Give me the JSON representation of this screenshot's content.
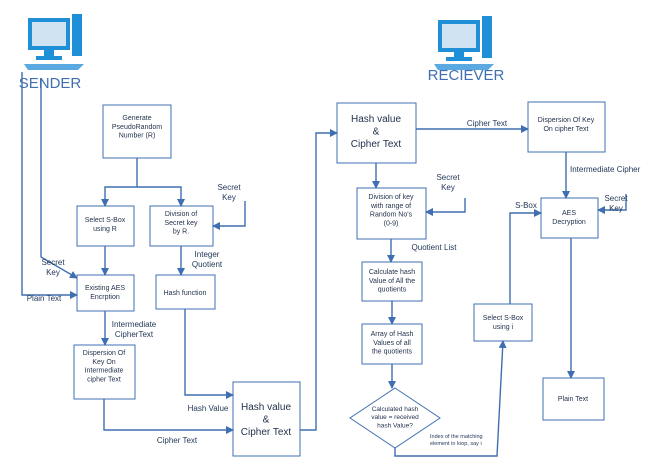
{
  "titles": {
    "sender": "SENDER",
    "receiver": "RECIEVER"
  },
  "colors": {
    "line": "#3f6fb0",
    "heading": "#3f6fb0",
    "monitor": "#1f8fd8"
  },
  "icons": {
    "sender": "computer-monitor-icon",
    "receiver": "computer-monitor-icon"
  },
  "nodes": {
    "generate_prn": "Generate\nPseudoRandom\nNumber  (R)",
    "select_sbox_r": "Select S-Box\nusing R",
    "division_secret_key": "Division of\nSecret key\nby R.",
    "hash_function": "Hash function",
    "existing_aes": "Existing AES\nEncrption",
    "dispersion_sender": "Dispersion Of\nKey On\nIntermediate\ncipher Text",
    "hash_cipher_sender": "Hash value\n&\nCipher Text",
    "hash_cipher_receiver": "Hash value\n&\nCipher Text",
    "division_range": "Division of key\nwith range of\nRandom No's\n(0-9)",
    "calc_hash": "Calculate hash\nValue of All the\nquotients",
    "array_hash": "Array of Hash\nValues of all\nthe quotients",
    "decision": "Calculated hash\nvalue = received\nhash Value?",
    "select_sbox_i": "Select S-Box\nusing i",
    "dispersion_receiver": "Dispersion Of Key\nOn  cipher Text",
    "aes_decryption": "AES\nDecryption",
    "plain_text_out": "Plain Text"
  },
  "edges": {
    "secret_key_sender_a": "Secret\nKey",
    "secret_key_sender_b": "Secret\nKey",
    "plain_text_in": "Plain Text",
    "integer_quotient": "Integer\nQuotient",
    "intermediate_ciphertext": "Intermediate\nCipherText",
    "hash_value": "Hash Value",
    "cipher_text_sender": "Cipher Text",
    "cipher_text_receiver": "Cipher Text",
    "secret_key_receiver_a": "Secret\nKey",
    "quotient_list": "Quotient List",
    "intermediate_cipher": "Intermediate Cipher",
    "secret_key_receiver_b": "Secret\nKey",
    "sbox": "S-Box",
    "index_matching": "Index of the matching\nelement in loop, say i"
  }
}
